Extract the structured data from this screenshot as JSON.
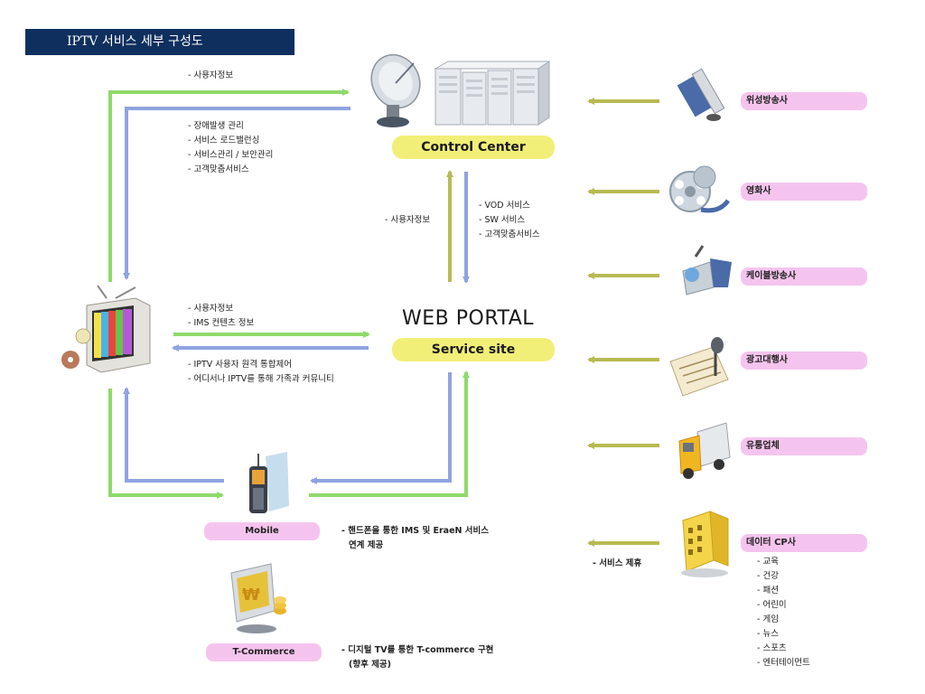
{
  "title": "IPTV 서비스 세부 구성도",
  "control_center": {
    "label": "Control Center"
  },
  "web_portal": {
    "heading": "WEB PORTAL",
    "service_label": "Service site"
  },
  "notes": {
    "top_user_info": "- 사용자정보",
    "control_services": [
      "- 장애발생 관리",
      "- 서비스 로드밸런싱",
      "- 서비스관리 / 보안관리",
      "- 고객맞춤서비스"
    ],
    "center_user_info": "- 사용자정보",
    "vod_services": [
      "- VOD 서비스",
      "- SW 서비스",
      "- 고객맞춤서비스"
    ],
    "portal_in": [
      "- 사용자정보",
      "- IMS 컨텐츠 정보"
    ],
    "portal_out": [
      "- IPTV 사용자 원격 통합제어",
      "- 어디서나 IPTV를 통해 가족과 커뮤니티"
    ],
    "mobile_desc": [
      "- 핸드폰을 통한 IMS 및 EraeN 서비스",
      "연계 제공"
    ],
    "tcommerce_desc": [
      "- 디지털 TV를 통한 T-commerce 구현",
      "(향후 제공)"
    ],
    "service_partner": "- 서비스 제휴"
  },
  "mobile": {
    "label": "Mobile"
  },
  "tcommerce": {
    "label": "T-Commerce"
  },
  "providers": [
    {
      "label": "위성방송사",
      "icon": "satellite-icon"
    },
    {
      "label": "영화사",
      "icon": "film-reel-icon"
    },
    {
      "label": "케이블방송사",
      "icon": "cable-camera-icon"
    },
    {
      "label": "광고대행사",
      "icon": "newspaper-mic-icon"
    },
    {
      "label": "유통업체",
      "icon": "truck-icon"
    },
    {
      "label": "데이터 CP사",
      "icon": "building-icon"
    }
  ],
  "cp_categories": [
    "- 교육",
    "- 건강",
    "- 패션",
    "- 어린이",
    "- 게임",
    "- 뉴스",
    "- 스포츠",
    "- 엔터테이먼트"
  ],
  "colors": {
    "green": "#8fd96a",
    "blue": "#8fa3df",
    "olive": "#b8ba52",
    "navy": "#0f2f5e",
    "yellow": "#f2ef78",
    "pink": "#f5c4ee"
  }
}
